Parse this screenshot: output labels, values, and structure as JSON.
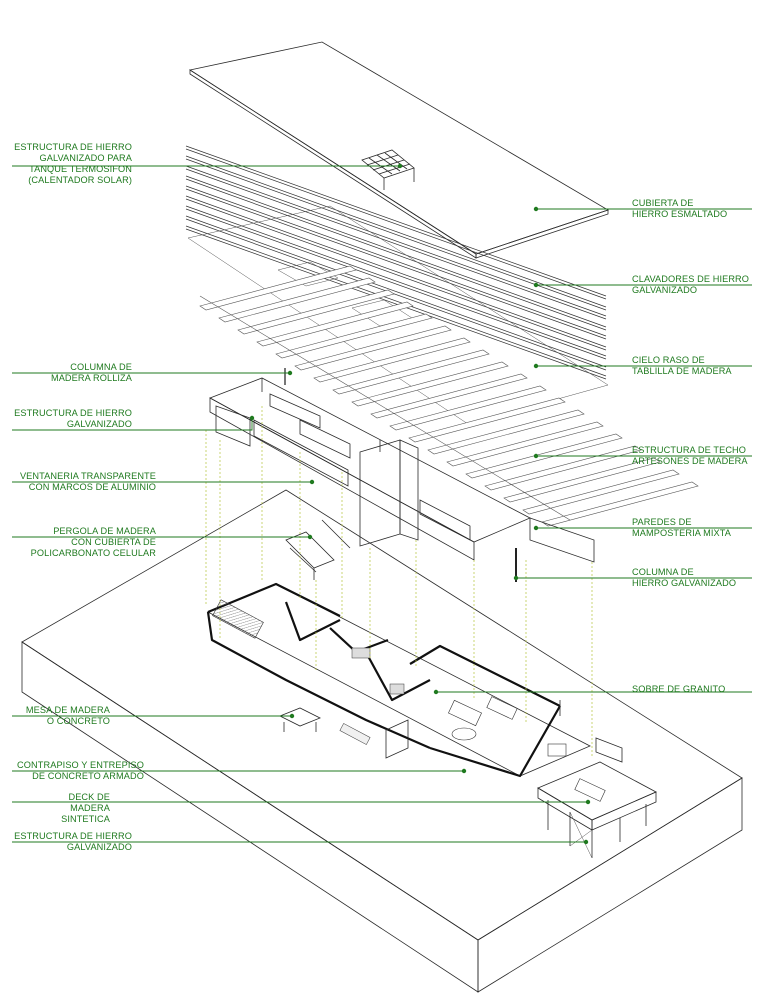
{
  "labels_left": [
    {
      "id": "galv-tank",
      "lines": [
        "ESTRUCTURA DE HIERRO",
        "GALVANIZADO PARA",
        "TANQUE TERMOSIFON",
        "(CALENTADOR SOLAR)"
      ]
    },
    {
      "id": "log-column",
      "lines": [
        "COLUMNA DE",
        "MADERA ROLLIZA"
      ]
    },
    {
      "id": "galv-structure-upper",
      "lines": [
        "ESTRUCTURA DE HIERRO",
        "GALVANIZADO"
      ]
    },
    {
      "id": "windows",
      "lines": [
        "VENTANERIA TRANSPARENTE",
        "CON MARCOS DE ALUMINIO"
      ]
    },
    {
      "id": "pergola",
      "lines": [
        "PERGOLA DE MADERA",
        "CON CUBIERTA DE",
        "POLICARBONATO CELULAR"
      ]
    },
    {
      "id": "table",
      "lines": [
        "MESA DE MADERA",
        "O CONCRETO"
      ]
    },
    {
      "id": "subfloor",
      "lines": [
        "CONTRAPISO Y ENTREPISO",
        "DE CONCRETO ARMADO"
      ]
    },
    {
      "id": "deck",
      "lines": [
        "DECK DE",
        "MADERA",
        "SINTETICA"
      ]
    },
    {
      "id": "galv-structure-lower",
      "lines": [
        "ESTRUCTURA DE HIERRO",
        "GALVANIZADO"
      ]
    }
  ],
  "labels_right": [
    {
      "id": "roof",
      "lines": [
        "CUBIERTA DE",
        "HIERRO ESMALTADO"
      ]
    },
    {
      "id": "purlins",
      "lines": [
        "CLAVADORES DE HIERRO",
        "GALVANIZADO"
      ]
    },
    {
      "id": "ceiling",
      "lines": [
        "CIELO RASO DE",
        "TABLILLA DE MADERA"
      ]
    },
    {
      "id": "roof-structure",
      "lines": [
        "ESTRUCTURA DE TECHO",
        "ARTESONES DE MADERA"
      ]
    },
    {
      "id": "masonry",
      "lines": [
        "PAREDES DE",
        "MAMPOSTERIA MIXTA"
      ]
    },
    {
      "id": "galv-column",
      "lines": [
        "COLUMNA DE",
        "HIERRO GALVANIZADO"
      ]
    },
    {
      "id": "granite",
      "lines": [
        "SOBRE DE GRANITO"
      ]
    }
  ],
  "colors": {
    "annotation": "#1f7a1f",
    "linework": "#2a2a2a",
    "projection": "#b5c23a"
  }
}
